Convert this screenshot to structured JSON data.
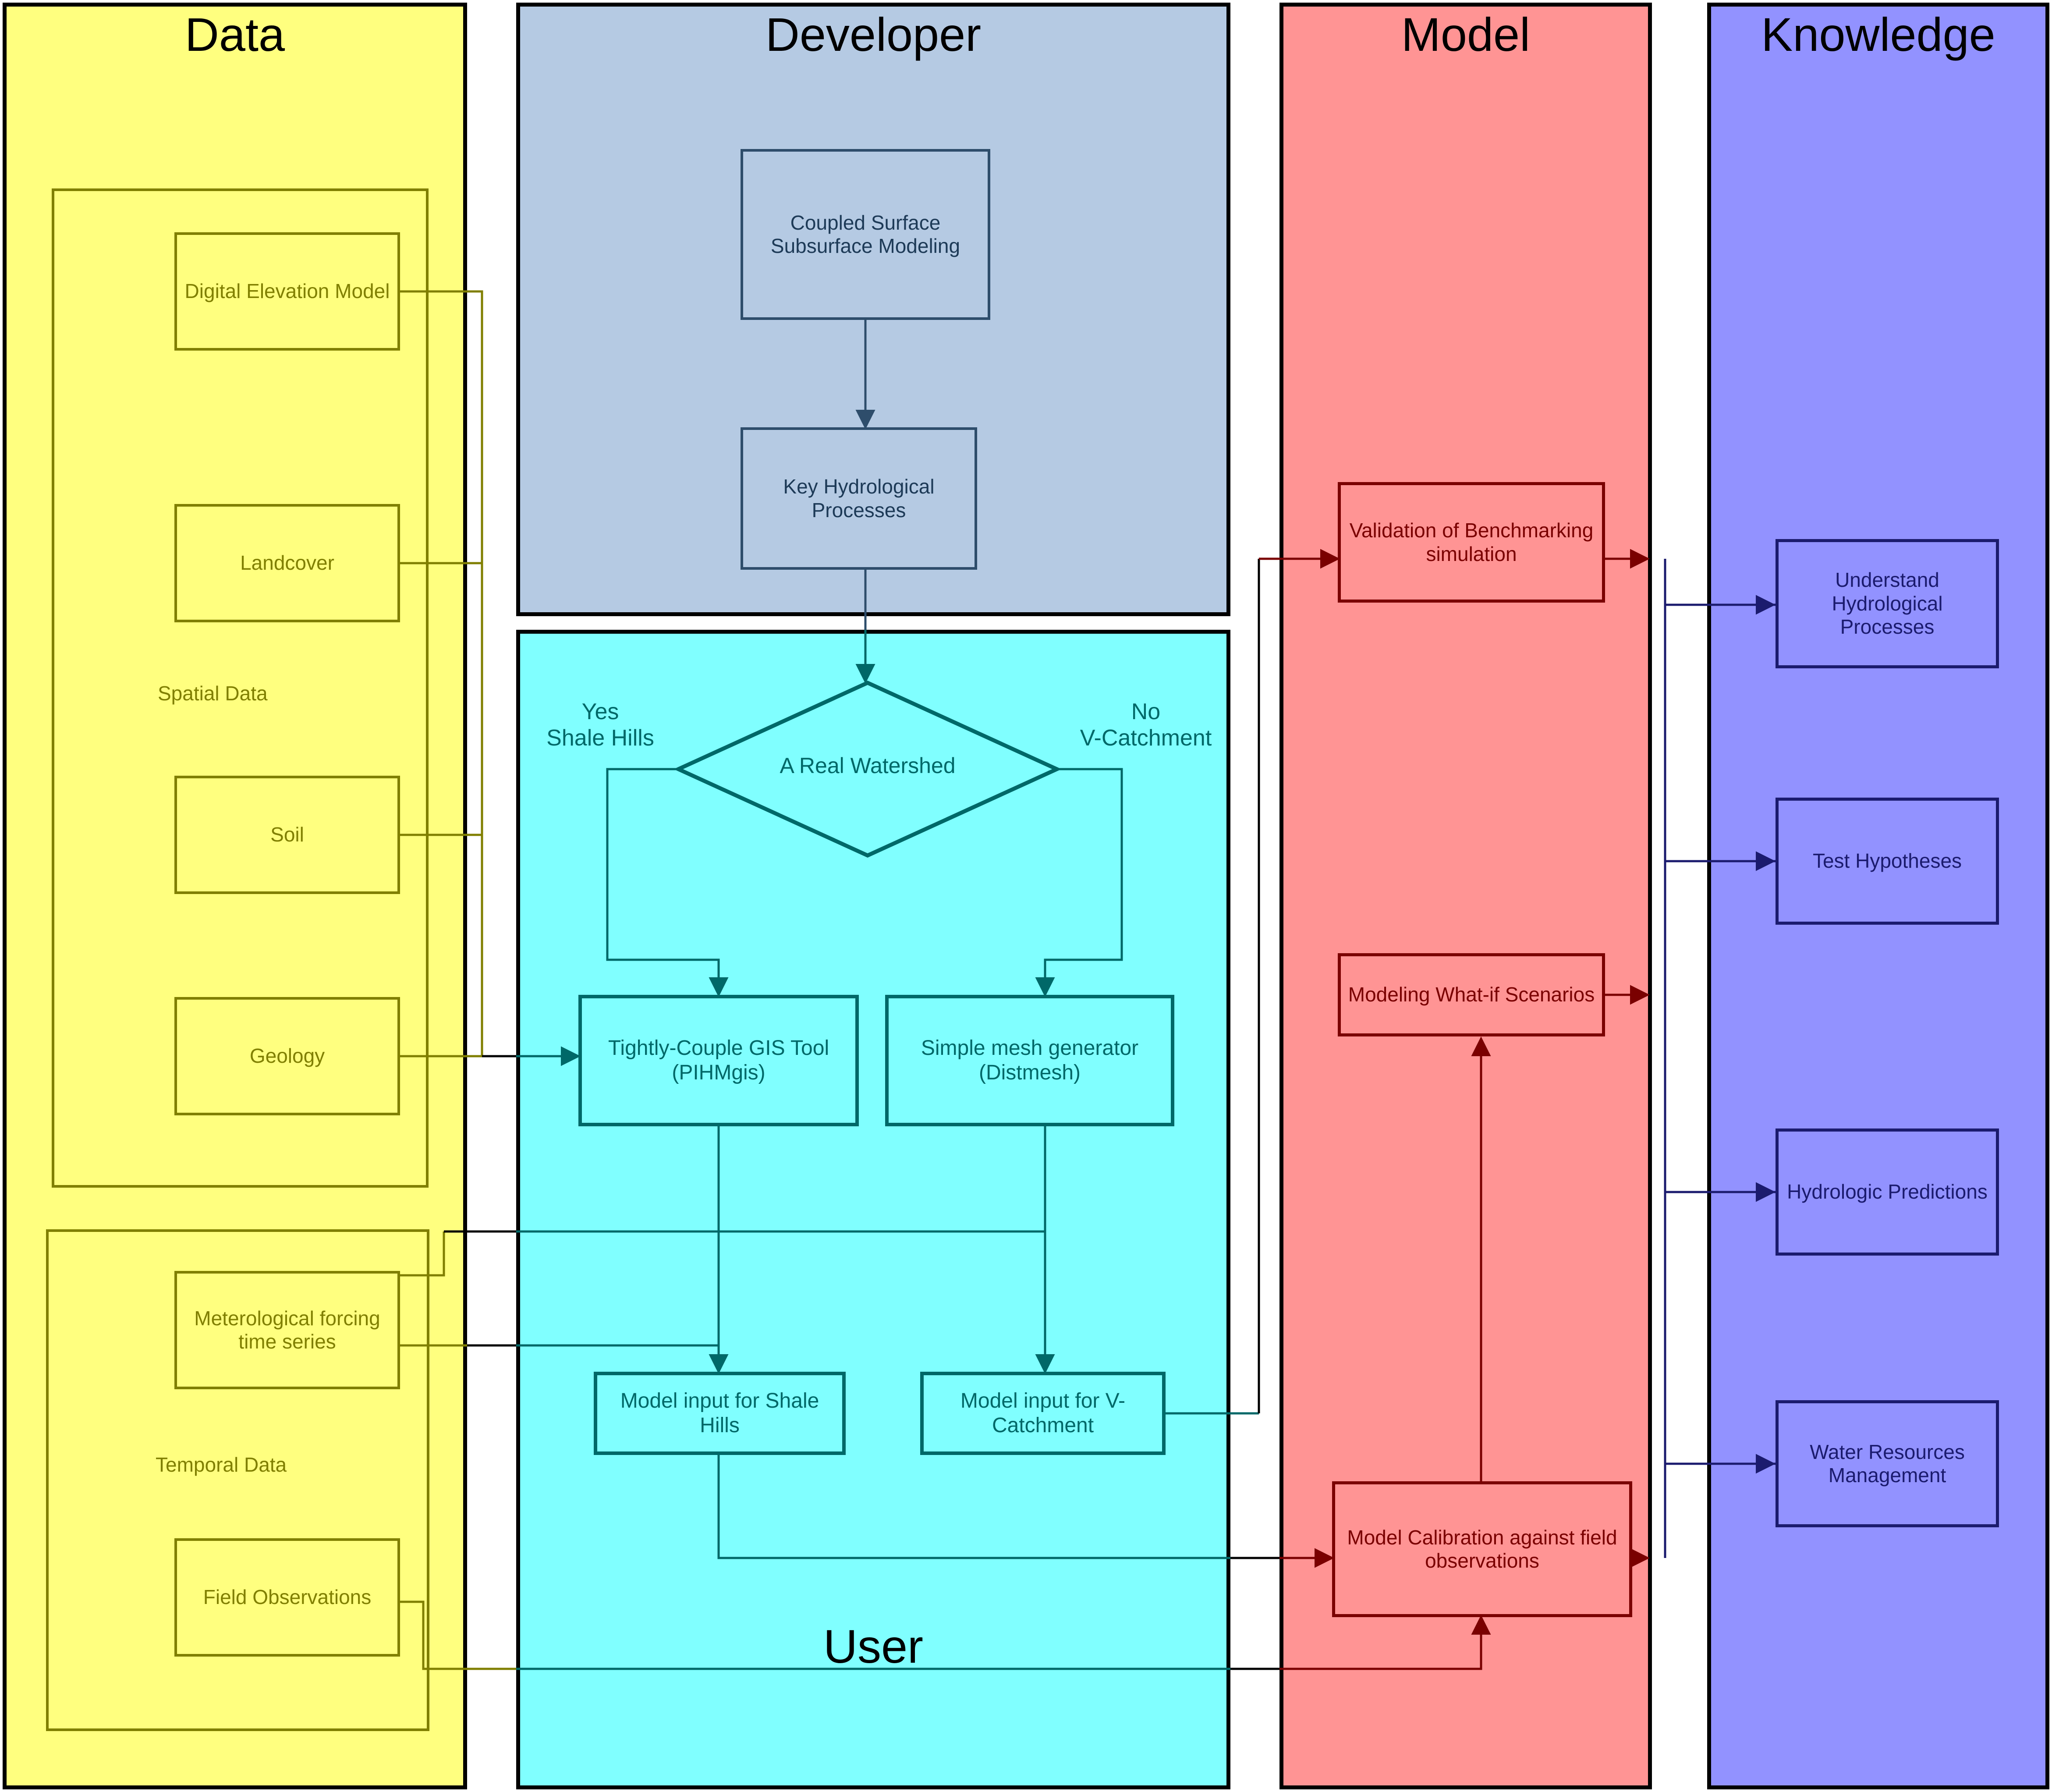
{
  "lanes": [
    {
      "key": "data",
      "title": "Data",
      "fill": "#ffff7f",
      "stroke": "#000000"
    },
    {
      "key": "developer",
      "title": "Developer",
      "fill": "#b5cae3",
      "stroke": "#000000"
    },
    {
      "key": "user",
      "title": "User",
      "fill": "#80ffff",
      "stroke": "#000000"
    },
    {
      "key": "model",
      "title": "Model",
      "fill": "#ff9494",
      "stroke": "#000000"
    },
    {
      "key": "knowledge",
      "title": "Knowledge",
      "fill": "#9292ff",
      "stroke": "#000000"
    }
  ],
  "data_lane": {
    "title": "Data",
    "groups": [
      {
        "label": "Spatial Data"
      },
      {
        "label": "Temporal Data"
      }
    ],
    "spatial_nodes": [
      {
        "label": "Digital Elevation Model"
      },
      {
        "label": "Landcover"
      },
      {
        "label": "Soil"
      },
      {
        "label": "Geology"
      }
    ],
    "temporal_nodes": [
      {
        "label": "Meterological forcing time series"
      },
      {
        "label": "Field Observations"
      }
    ]
  },
  "developer_lane": {
    "title": "Developer",
    "nodes": [
      {
        "label": "Coupled Surface Subsurface Modeling"
      },
      {
        "label": "Key Hydrological Processes"
      }
    ]
  },
  "user_lane": {
    "title": "User",
    "decision": {
      "label": "A Real Watershed"
    },
    "branch_yes": "Yes\nShale Hills",
    "branch_no": "No\nV-Catchment",
    "branch_yes_line1": "Yes",
    "branch_yes_line2": "Shale Hills",
    "branch_no_line1": "No",
    "branch_no_line2": "V-Catchment",
    "nodes": [
      {
        "label": "Tightly-Couple GIS Tool (PIHMgis)"
      },
      {
        "label": "Simple mesh generator (Distmesh)"
      },
      {
        "label": "Model input for Shale Hills"
      },
      {
        "label": "Model input for V-Catchment"
      }
    ]
  },
  "model_lane": {
    "title": "Model",
    "nodes": [
      {
        "label": "Validation of Benchmarking simulation"
      },
      {
        "label": "Modeling What-if Scenarios"
      },
      {
        "label": "Model Calibration against field observations"
      }
    ]
  },
  "knowledge_lane": {
    "title": "Knowledge",
    "nodes": [
      {
        "label": "Understand Hydrological Processes"
      },
      {
        "label": "Test Hypotheses"
      },
      {
        "label": "Hydrologic Predictions"
      },
      {
        "label": "Water Resources Management"
      }
    ]
  },
  "colors": {
    "data_stroke": "#807f00",
    "data_fill": "#ffff7f",
    "developer_stroke": "#2e4d6b",
    "developer_fill": "#b5cae3",
    "user_stroke": "#006868",
    "user_fill": "#80ffff",
    "model_stroke": "#7a0000",
    "model_fill": "#ff9494",
    "knowledge_stroke": "#1b1b6e",
    "knowledge_fill": "#9292ff",
    "lane_border": "#000000"
  }
}
